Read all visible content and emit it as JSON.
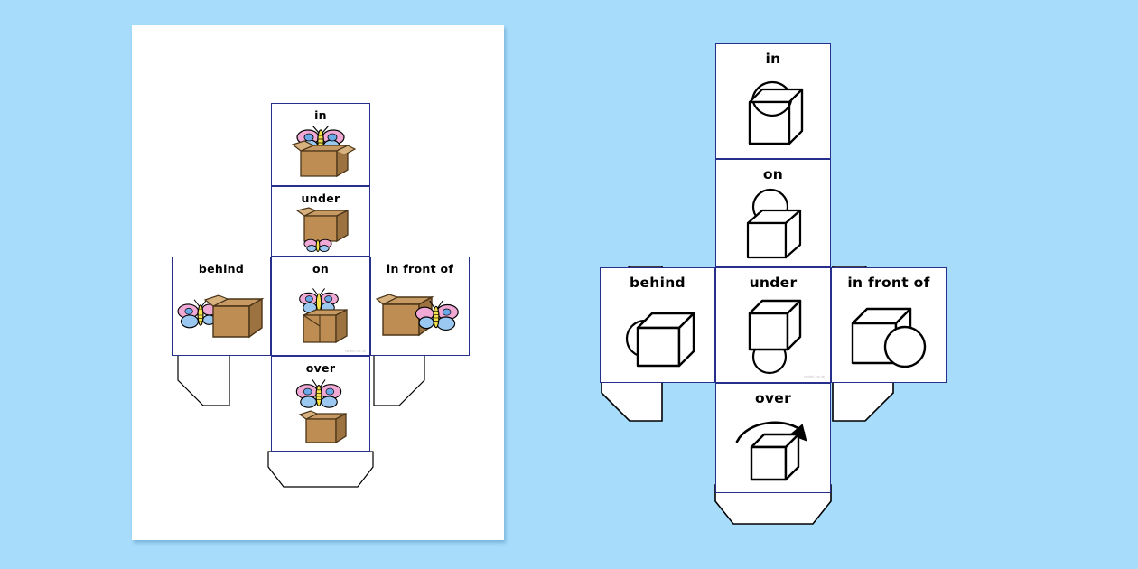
{
  "background_color": "#a8dcfb",
  "panel_border_color": "#26308c",
  "flap_line_color": "#000000",
  "watermark": "twinkl.co.uk",
  "nets": [
    {
      "id": "colour-net",
      "name": "prepositions-dice-net-colour",
      "style": "colour",
      "on_paper": true,
      "faces": [
        {
          "position": "top",
          "label": "in",
          "icon": "butterfly-in-box-icon"
        },
        {
          "position": "upper",
          "label": "under",
          "icon": "butterfly-under-box-icon"
        },
        {
          "position": "left",
          "label": "behind",
          "icon": "butterfly-behind-box-icon"
        },
        {
          "position": "centre",
          "label": "on",
          "icon": "butterfly-on-box-icon"
        },
        {
          "position": "right",
          "label": "in front of",
          "icon": "butterfly-in-front-of-box-icon"
        },
        {
          "position": "bottom",
          "label": "over",
          "icon": "butterfly-over-box-icon"
        }
      ]
    },
    {
      "id": "blackwhite-net",
      "name": "prepositions-dice-net-black-and-white",
      "style": "black-and-white",
      "on_paper": false,
      "faces": [
        {
          "position": "top",
          "label": "in",
          "icon": "sphere-in-cube-icon"
        },
        {
          "position": "upper",
          "label": "on",
          "icon": "sphere-on-cube-icon"
        },
        {
          "position": "left",
          "label": "behind",
          "icon": "sphere-behind-cube-icon"
        },
        {
          "position": "centre",
          "label": "under",
          "icon": "sphere-under-cube-icon"
        },
        {
          "position": "right",
          "label": "in front of",
          "icon": "sphere-in-front-of-cube-icon"
        },
        {
          "position": "bottom",
          "label": "over",
          "icon": "arrow-over-cube-icon"
        }
      ]
    }
  ]
}
